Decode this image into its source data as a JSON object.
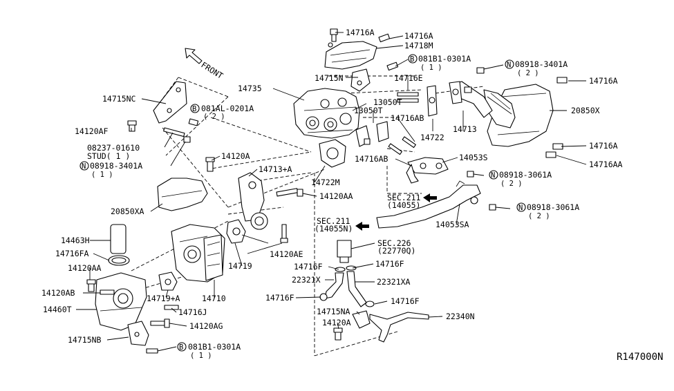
{
  "front_label": "FRONT",
  "diagram_ref": "R147000N",
  "parts": {
    "p14716A_top": "14716A",
    "p14716A_top2": "14716A",
    "p14718M": "14718M",
    "p081B1_top": "081B1-0301A",
    "p081B1_top_qty": "( 1 )",
    "p08918_3401A_top": "08918-3401A",
    "p08918_3401A_top_qty": "( 2 )",
    "p14715N": "14715N",
    "p14716E": "14716E",
    "p14716A_right": "14716A",
    "p14735": "14735",
    "p13050T_a": "13050T",
    "p13050T_b": "13050T",
    "p14716AB_a": "14716AB",
    "p14722": "14722",
    "p14713": "14713",
    "p20850X": "20850X",
    "p14716A_r2": "14716A",
    "p14716AA": "14716AA",
    "p14715NC": "14715NC",
    "p081AL": "081AL-0201A",
    "p081AL_qty": "( 2 )",
    "p14120AF": "14120AF",
    "p08237": "08237-01610",
    "p_stud": "STUD( 1 )",
    "p08918_3401A_left": "08918-3401A",
    "p08918_3401A_left_qty": "( 1 )",
    "p14120A_mid": "14120A",
    "p14713A": "14713+A",
    "p14716AB_b": "14716AB",
    "p14053S": "14053S",
    "p08918_3061A_a": "08918-3061A",
    "p08918_3061A_a_qty": "( 2 )",
    "p14722M": "14722M",
    "p14120AA_mid": "14120AA",
    "p_sec211_a": "SEC.211",
    "p_sec211_a_sub": "(14055)",
    "p14053SA": "14053SA",
    "p08918_3061A_b": "08918-3061A",
    "p08918_3061A_b_qty": "( 2 )",
    "p20850XA": "20850XA",
    "p_sec211_b": "SEC.211",
    "p_sec211_b_sub": "(14055N)",
    "p14463H": "14463H",
    "p14716FA": "14716FA",
    "p14120AA_left": "14120AA",
    "p14120AB": "14120AB",
    "p14460T": "14460T",
    "p14120AE": "14120AE",
    "p14719": "14719",
    "p14719A": "14719+A",
    "p14710": "14710",
    "p_sec226": "SEC.226",
    "p_sec226_sub": "(22770Q)",
    "p14716F_a": "14716F",
    "p14716F_b": "14716F",
    "p22321X": "22321X",
    "p22321XA": "22321XA",
    "p14716F_c": "14716F",
    "p14716F_d": "14716F",
    "p14716J": "14716J",
    "p14120AG": "14120AG",
    "p14715NB": "14715NB",
    "p081B1_bot": "081B1-0301A",
    "p081B1_bot_qty": "( 1 )",
    "p14715NA": "14715NA",
    "p14120A_bot": "14120A",
    "p22340N": "22340N"
  },
  "circle_marks": {
    "b": "B",
    "n": "N"
  }
}
